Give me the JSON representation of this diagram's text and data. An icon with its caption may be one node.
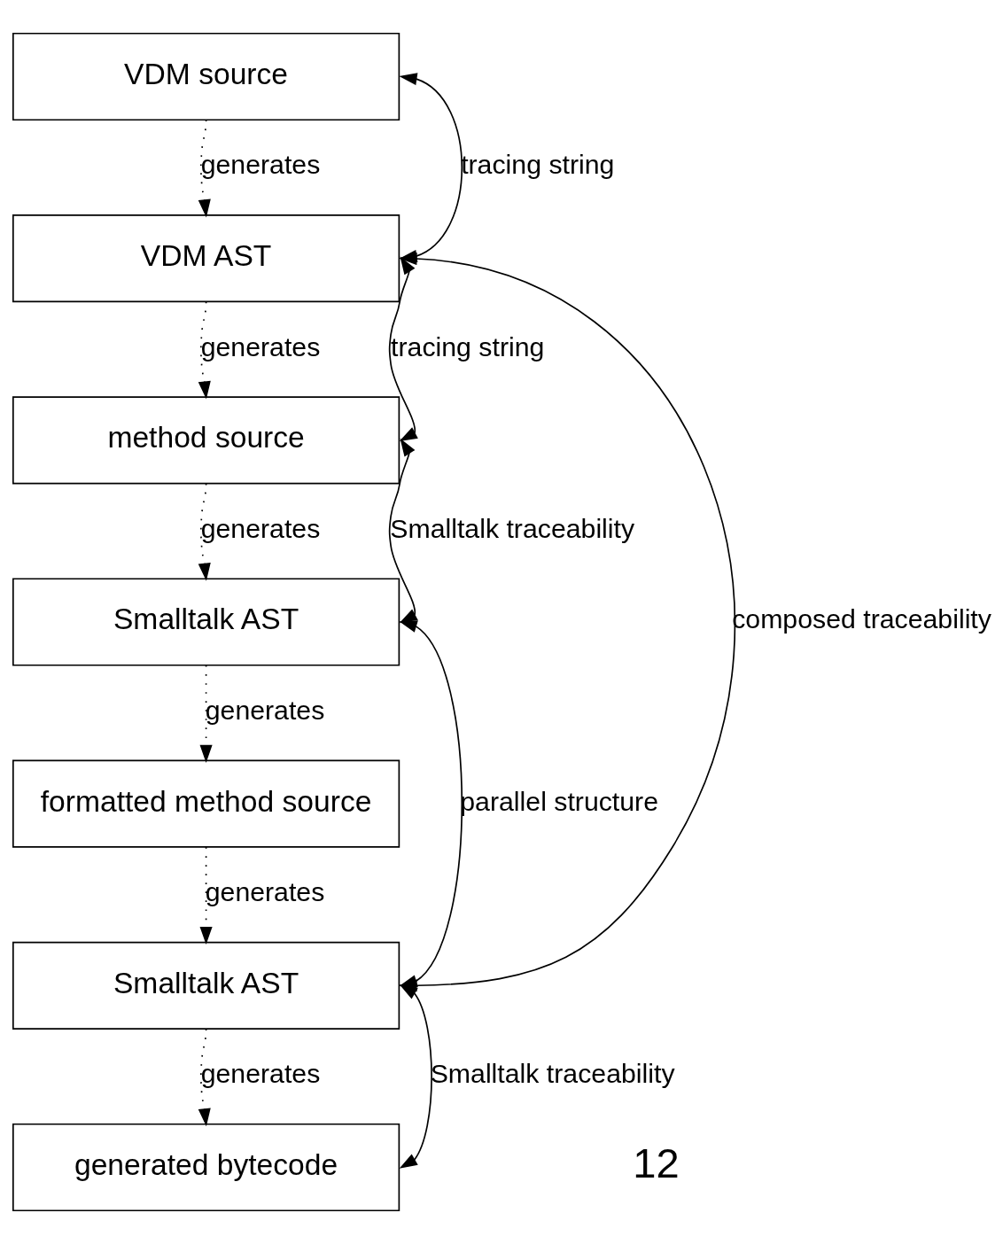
{
  "diagram": {
    "nodes": [
      {
        "text": [
          "VDM source"
        ]
      },
      {
        "text": [
          "VDM AST"
        ]
      },
      {
        "text": [
          "method source"
        ]
      },
      {
        "text": [
          "Smalltalk AST"
        ]
      },
      {
        "text": [
          "formatted method source"
        ]
      },
      {
        "text": [
          "Smalltalk AST"
        ]
      },
      {
        "text": [
          "generated bytecode"
        ]
      }
    ],
    "edges": [
      {
        "from": 0,
        "to": 1,
        "arrow": "to",
        "label": "generates",
        "style": "dashed"
      },
      {
        "from": 1,
        "to": 2,
        "arrow": "to",
        "label": "generates",
        "style": "dashed"
      },
      {
        "from": 2,
        "to": 3,
        "arrow": "to",
        "label": "generates",
        "style": "dashed"
      },
      {
        "from": 3,
        "to": 4,
        "arrow": "to",
        "label": "generates",
        "style": "dashed"
      },
      {
        "from": 4,
        "to": 5,
        "arrow": "to",
        "label": "generates",
        "style": "dashed"
      },
      {
        "from": 5,
        "to": 6,
        "arrow": "to",
        "label": "generates",
        "style": "dashed"
      },
      {
        "from": 0,
        "to": 1,
        "arrow": "both",
        "label": "tracing string"
      },
      {
        "from": 1,
        "to": 2,
        "arrow": "both",
        "label": "tracing string"
      },
      {
        "from": 2,
        "to": 3,
        "arrow": "both",
        "label": "Smalltalk traceability"
      },
      {
        "from": 3,
        "to": 5,
        "arrow": "both",
        "label": "parallel structure"
      },
      {
        "from": 1,
        "to": 5,
        "arrow": "both",
        "label": "composed traceability"
      },
      {
        "from": 5,
        "to": 6,
        "arrow": "both",
        "label": "Smalltalk traceability"
      }
    ],
    "labels": [
      "12"
    ]
  }
}
